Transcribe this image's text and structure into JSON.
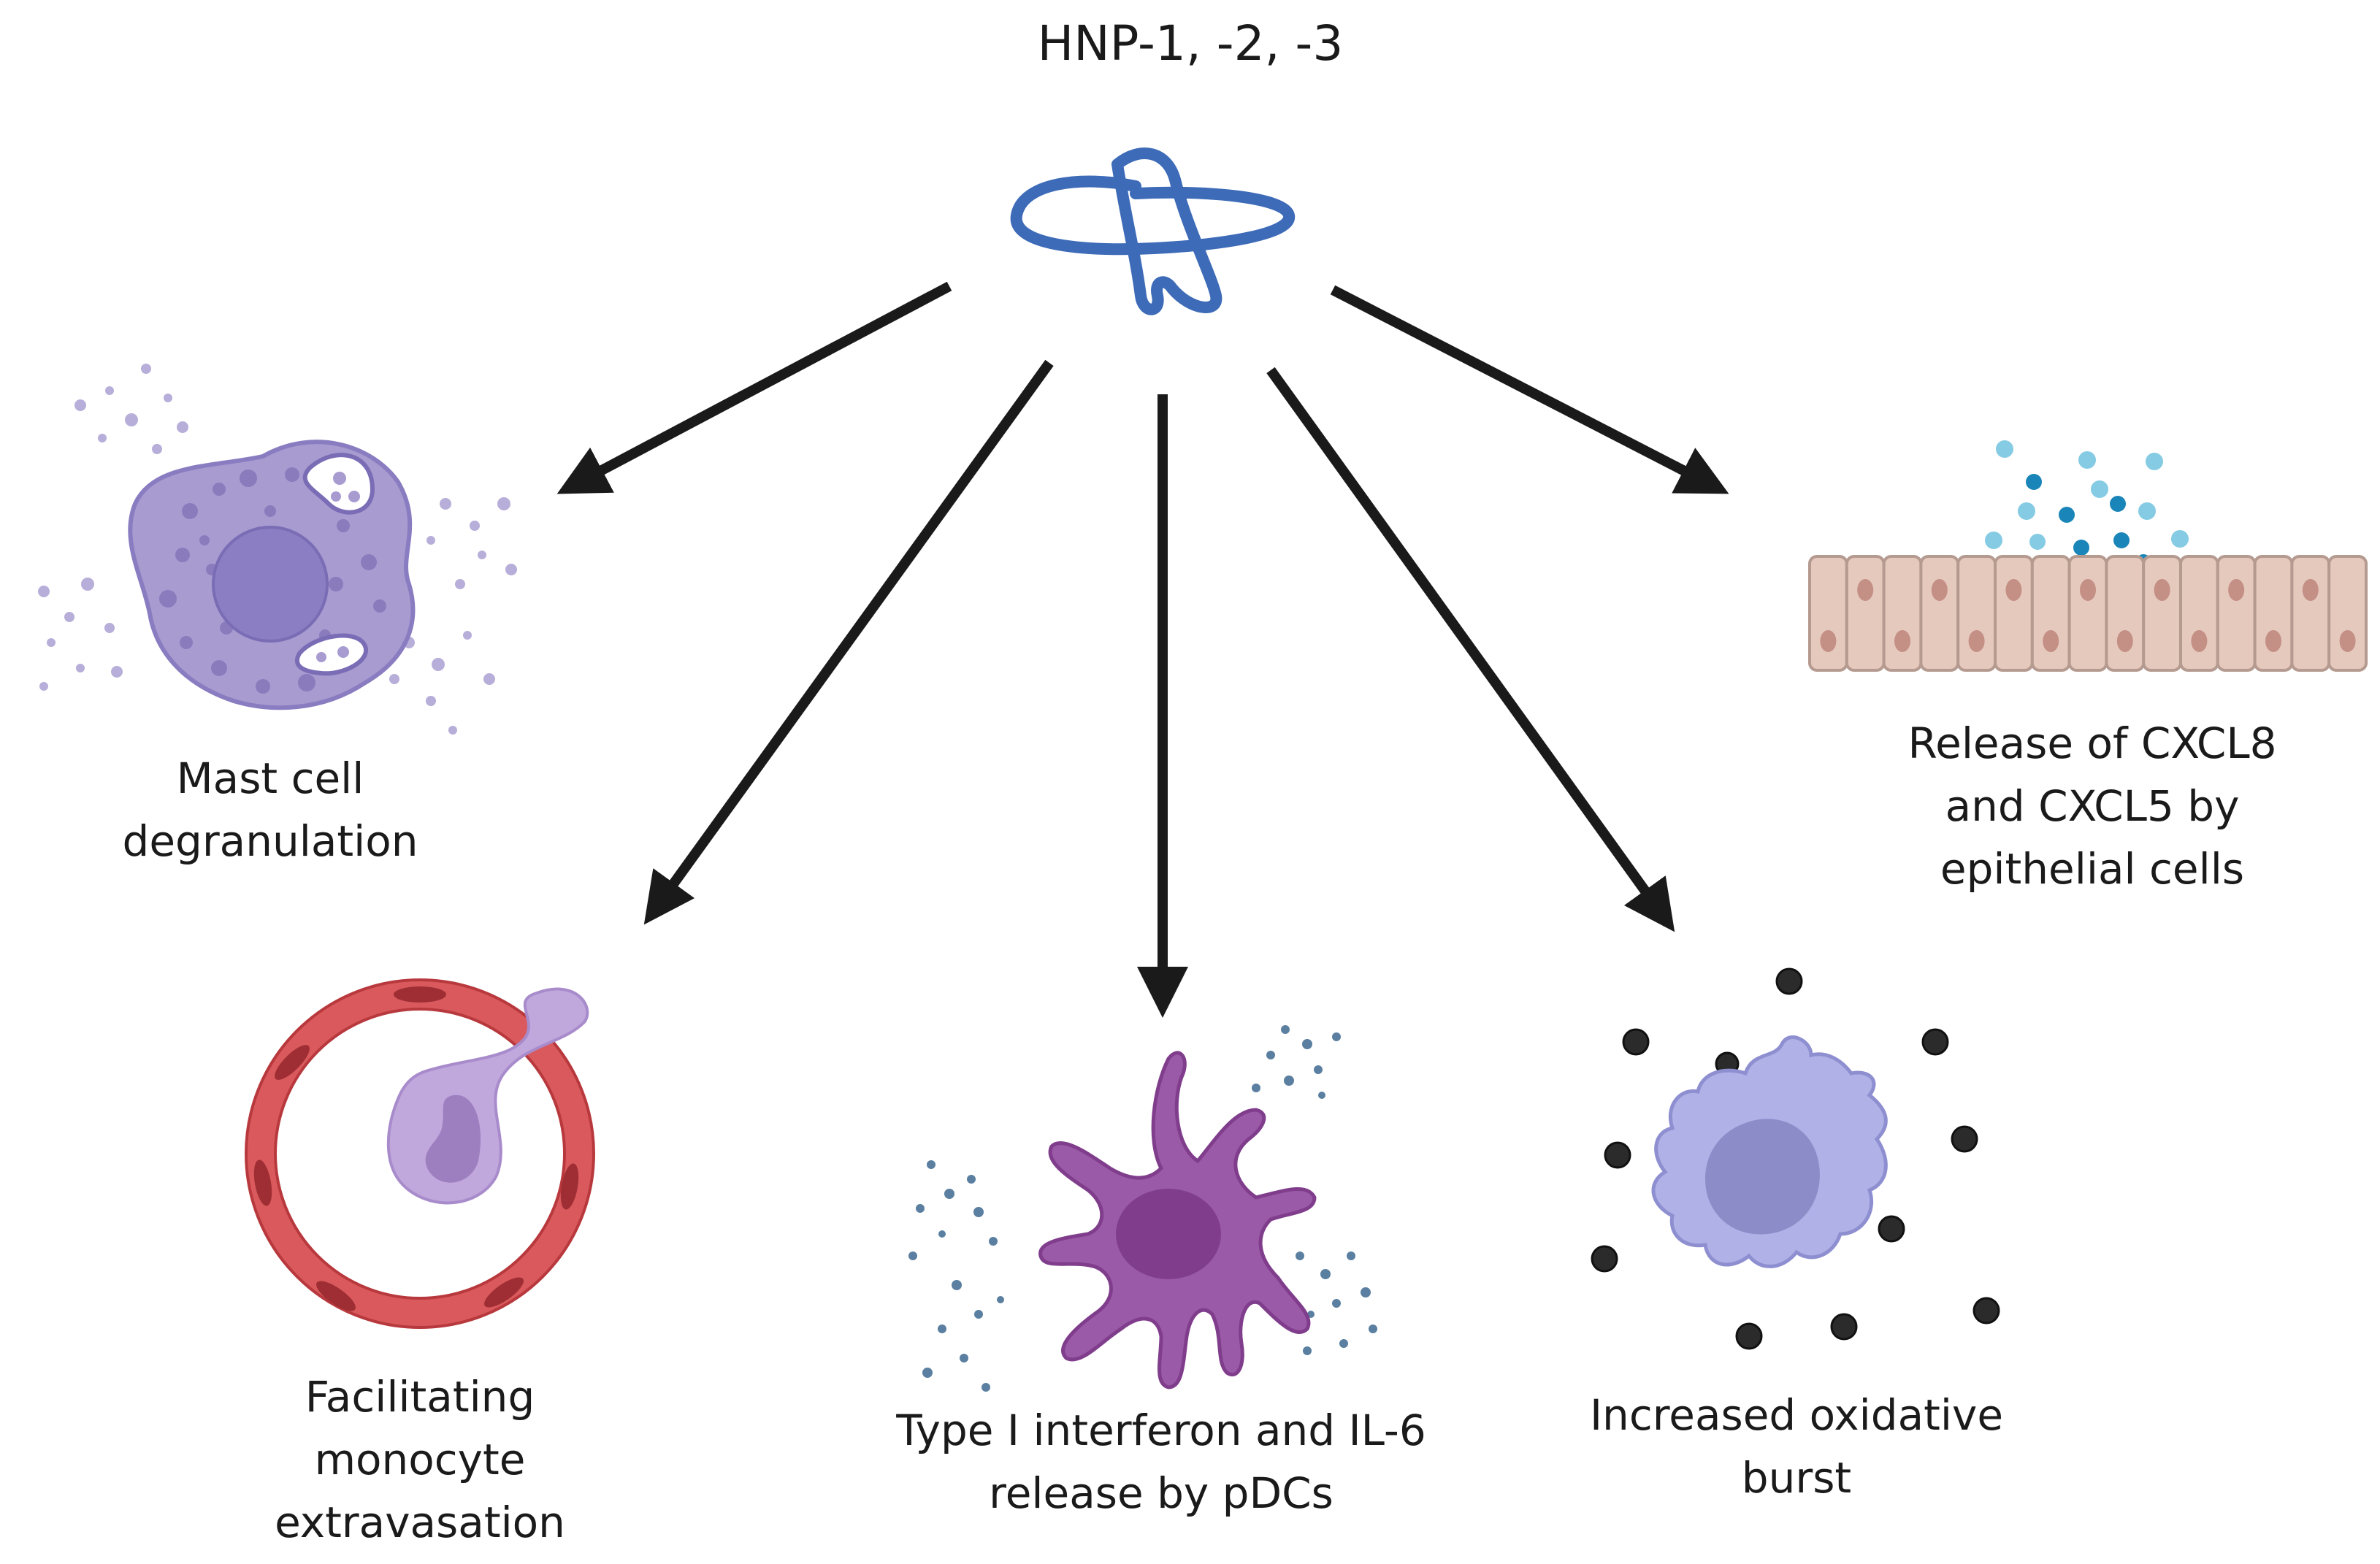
{
  "title": "HNP-1, -2, -3",
  "labels": {
    "mast": [
      "Mast cell",
      "degranulation"
    ],
    "monocyte": [
      "Facilitating",
      "monocyte",
      "extravasation"
    ],
    "pdc": [
      "Type I interferon and IL-6",
      "release by pDCs"
    ],
    "oxidative": [
      "Increased oxidative",
      "burst"
    ],
    "epithelial": [
      "Release of CXCL8",
      "and CXCL5 by",
      "epithelial cells"
    ]
  },
  "colors": {
    "peptide": "#3d6bb8",
    "arrow": "#1a1a1a",
    "mast_cell": "#a79bd0",
    "mast_granule": "#7a6cb5",
    "vessel": "#d9595c",
    "monocyte": "#c0a8dd",
    "pdc": "#9b5aa8",
    "pdc_nucleus": "#7f3d8c",
    "macrophage": "#b0b1e6",
    "particle": "#333333",
    "epithelium": "#e6c9bd",
    "chemokine_light": "#84cbe3",
    "chemokine_dark": "#1a85b8"
  },
  "icons": [
    "defensin-peptide-icon",
    "mast-cell-icon",
    "blood-vessel-icon",
    "plasmacytoid-dendritic-cell-icon",
    "phagocyte-icon",
    "epithelium-icon"
  ]
}
